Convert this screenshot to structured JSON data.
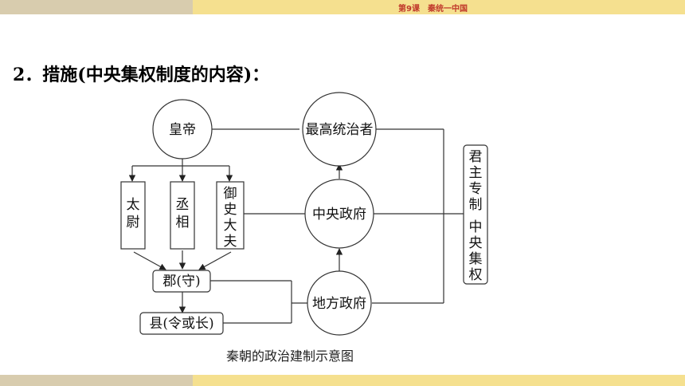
{
  "header": {
    "title": "第9课　秦统一中国"
  },
  "heading": "2．措施(中央集权制度的内容)：",
  "diagram": {
    "emperor": "皇帝",
    "taiwei": [
      "太",
      "尉"
    ],
    "chengxiang": [
      "丞",
      "相"
    ],
    "yushidafu": [
      "御",
      "史",
      "大",
      "夫"
    ],
    "jun": "郡(守)",
    "xian": "县(令或长)",
    "supreme_ruler": "最高统治者",
    "central_gov": "中央政府",
    "local_gov": "地方政府",
    "autocracy": [
      "君",
      "主",
      "专",
      "制"
    ],
    "centralization": [
      "中",
      "央",
      "集",
      "权"
    ],
    "caption": "秦朝的政治建制示意图"
  }
}
